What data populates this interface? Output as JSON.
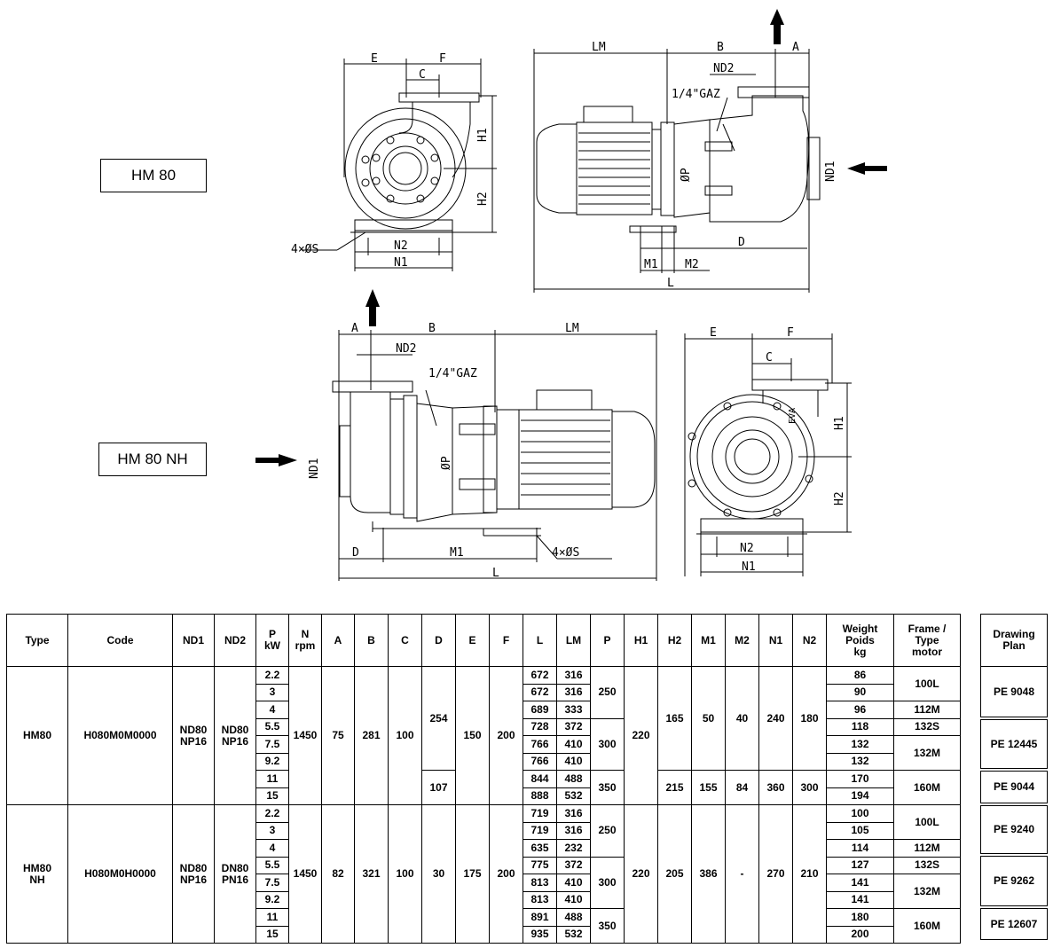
{
  "labels": {
    "hm80": "HM 80",
    "hm80nh": "HM 80 NH"
  },
  "drawing_top": {
    "E": "E",
    "F": "F",
    "C": "C",
    "H1": "H1",
    "H2": "H2",
    "N1": "N1",
    "N2": "N2",
    "S": "4×ØS",
    "LM": "LM",
    "B": "B",
    "A": "A",
    "ND2": "ND2",
    "GAZ": "1/4\"GAZ",
    "ND1": "ND1",
    "OP": "ØP",
    "D": "D",
    "M1": "M1",
    "M2": "M2",
    "L": "L"
  },
  "drawing_bottom": {
    "A": "A",
    "B": "B",
    "LM": "LM",
    "ND2": "ND2",
    "GAZ": "1/4\"GAZ",
    "ND1": "ND1",
    "OP": "ØP",
    "D": "D",
    "M1": "M1",
    "S": "4×ØS",
    "L": "L",
    "E": "E",
    "F": "F",
    "C": "C",
    "H1": "H1",
    "H2": "H2",
    "N1": "N1",
    "N2": "N2",
    "EVA": "EVA"
  },
  "table": {
    "headers": {
      "type": "Type",
      "code": "Code",
      "nd1": "ND1",
      "nd2": "ND2",
      "p": "P\nkW",
      "n": "N\nrpm",
      "a": "A",
      "b": "B",
      "c": "C",
      "d": "D",
      "e": "E",
      "f": "F",
      "l": "L",
      "lm": "LM",
      "pp": "P",
      "h1": "H1",
      "h2": "H2",
      "m1": "M1",
      "m2": "M2",
      "n1": "N1",
      "n2": "N2",
      "weight": "Weight\nPoids\nkg",
      "frame": "Frame /\nType\nmotor"
    },
    "hm80": {
      "type": "HM80",
      "code": "H080M0M0000",
      "nd1": "ND80\nNP16",
      "nd2": "ND80\nNP16",
      "n": "1450",
      "a": "75",
      "b": "281",
      "c": "100",
      "d1": "254",
      "d2": "107",
      "e": "150",
      "f": "200",
      "h1": "220",
      "h2a": "165",
      "m1a": "50",
      "m2a": "40",
      "n1a": "240",
      "n2a": "180",
      "h2b": "215",
      "m1b": "155",
      "m2b": "84",
      "n1b": "360",
      "n2b": "300",
      "p_kw": [
        "2.2",
        "3",
        "4",
        "5.5",
        "7.5",
        "9.2",
        "11",
        "15"
      ],
      "l": [
        "672",
        "672",
        "689",
        "728",
        "766",
        "766",
        "844",
        "888"
      ],
      "lm": [
        "316",
        "316",
        "333",
        "372",
        "410",
        "410",
        "488",
        "532"
      ],
      "pp": [
        "250",
        "300",
        "350"
      ],
      "weight": [
        "86",
        "90",
        "96",
        "118",
        "132",
        "132",
        "170",
        "194"
      ],
      "frame": [
        "100L",
        "112M",
        "132S",
        "132M",
        "160M"
      ]
    },
    "hm80nh": {
      "type": "HM80\nNH",
      "code": "H080M0H0000",
      "nd1": "ND80\nNP16",
      "nd2": "DN80\nPN16",
      "n": "1450",
      "a": "82",
      "b": "321",
      "c": "100",
      "d": "30",
      "e": "175",
      "f": "200",
      "h1": "220",
      "h2": "205",
      "m1": "386",
      "m2": "-",
      "n1": "270",
      "n2": "210",
      "p_kw": [
        "2.2",
        "3",
        "4",
        "5.5",
        "7.5",
        "9.2",
        "11",
        "15"
      ],
      "l": [
        "719",
        "719",
        "635",
        "775",
        "813",
        "813",
        "891",
        "935"
      ],
      "lm": [
        "316",
        "316",
        "232",
        "372",
        "410",
        "410",
        "488",
        "532"
      ],
      "pp": [
        "250",
        "300",
        "350"
      ],
      "weight": [
        "100",
        "105",
        "114",
        "127",
        "141",
        "141",
        "180",
        "200"
      ],
      "frame": [
        "100L",
        "112M",
        "132S",
        "132M",
        "160M"
      ]
    }
  },
  "plan": {
    "header": "Drawing\nPlan",
    "hm80": [
      "PE 9048",
      "PE 12445",
      "PE 9044"
    ],
    "hm80nh": [
      "PE 9240",
      "PE 9262",
      "PE 12607"
    ]
  }
}
